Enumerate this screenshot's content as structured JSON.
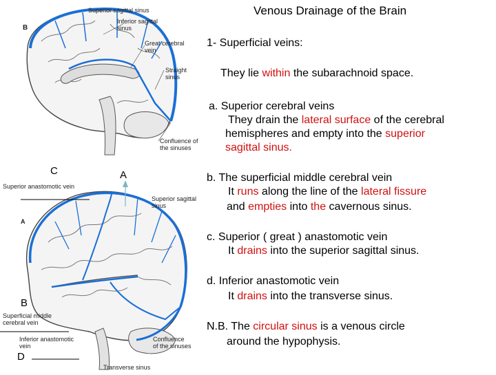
{
  "title": "Venous Drainage of the Brain",
  "heading": "1- Superficial veins:",
  "intro": {
    "pre": "They lie ",
    "red": "within",
    "post": " the subarachnoid space."
  },
  "item_a": {
    "line1": "a.  Superior cerebral veins",
    "line2_pre": "They drain the ",
    "line2_red": "lateral surface",
    "line2_post": " of the cerebral",
    "line3_pre": "hemispheres and empty into the ",
    "line3_red": "superior",
    "line4_red": "sagittal sinus."
  },
  "item_b": {
    "line1": "b. The superficial middle cerebral vein",
    "line2_pre": "It ",
    "line2_red": "runs",
    "line2_mid": " along the line of the ",
    "line2_red2": "lateral fissure",
    "line3_pre": "and ",
    "line3_red": "empties",
    "line3_mid": " into ",
    "line3_red2": "the",
    "line3_post": " cavernous sinus."
  },
  "item_c": {
    "line1": "c. Superior ( great ) anastomotic vein",
    "line2_pre": "It ",
    "line2_red": "drains",
    "line2_post": " into the superior sagittal sinus."
  },
  "item_d": {
    "line1": "d. Inferior anastomotic vein",
    "line2_pre": "It ",
    "line2_red": "drains",
    "line2_post": " into the transverse sinus."
  },
  "note": {
    "line1_pre": "N.B. The ",
    "line1_red": "circular sinus",
    "line1_post": " is a venous circle",
    "line2": "around the hypophysis."
  },
  "figure_top": {
    "letter": "B",
    "labels": {
      "superior_sagittal": "Superior sagittal sinus",
      "inferior_sagittal_1": "Inferior sagittal",
      "inferior_sagittal_2": "sinus",
      "great_cerebral_1": "Great cerebral",
      "great_cerebral_2": "vein",
      "straight_1": "Straight",
      "straight_2": "sinus",
      "confluence_1": "Confluence of",
      "confluence_2": "the sinuses"
    }
  },
  "figure_bottom": {
    "letter_a": "A",
    "letter_b": "B",
    "letter_c": "C",
    "letter_d": "D",
    "letter_a_small": "A",
    "labels": {
      "superior_anastomotic": "Superior anastomotic vein",
      "superior_sagittal_1": "Superior sagittal",
      "superior_sagittal_2": "sinus",
      "superficial_middle_1": "Superficial middle",
      "superficial_middle_2": "cerebral vein",
      "inferior_anastomotic_1": "Inferior anastomotic",
      "inferior_anastomotic_2": "vein",
      "confluence_1": "Confluence",
      "confluence_2": "of the sinuses",
      "transverse": "Transverse sinus"
    }
  },
  "colors": {
    "accent_red": "#d01010",
    "vein_blue": "#1a6fd6"
  }
}
